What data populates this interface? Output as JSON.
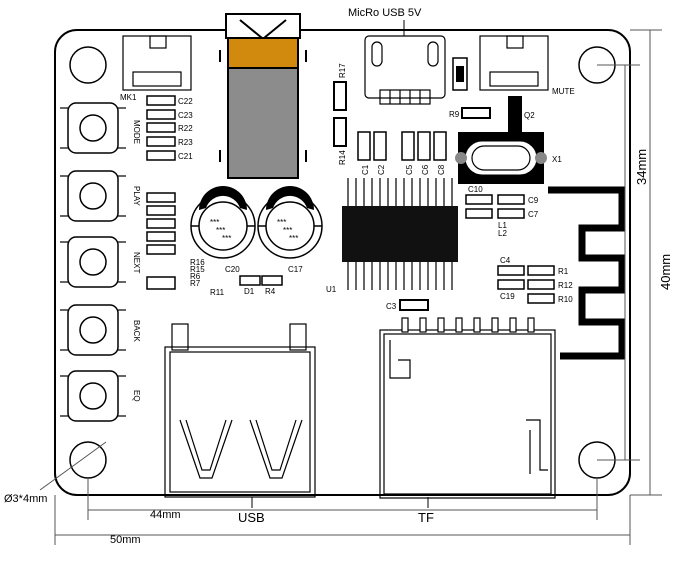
{
  "labels": {
    "micro_usb": "MicRo USB 5V",
    "mute": "MUTE",
    "mk1": "MK1",
    "mode": "MODE",
    "play": "PLAY",
    "next": "NEXT",
    "back": "BACK",
    "eq": "EQ",
    "usb": "USB",
    "tf": "TF",
    "u1": "U1",
    "x1": "X1",
    "q2": "Q2",
    "r9": "R9",
    "r17": "R17",
    "r14": "R14",
    "c1": "C1",
    "c2": "C2",
    "c5": "C5",
    "c6": "C6",
    "c8": "C8",
    "c10": "C10",
    "c9": "C9",
    "c7": "C7",
    "l1": "L1",
    "l2": "L2",
    "c4": "C4",
    "c19": "C19",
    "r1": "R1",
    "r12": "R12",
    "r10": "R10",
    "c3": "C3",
    "c22": "C22",
    "c23": "C23",
    "r22": "R22",
    "r23": "R23",
    "c21": "C21",
    "r16": "R16",
    "r15": "R15",
    "r6": "R6",
    "r7": "R7",
    "r11": "R11",
    "c20": "C20",
    "c17": "C17",
    "d1": "D1",
    "r4": "R4",
    "cap_marks": "***",
    "dim_34": "34mm",
    "dim_40": "40mm",
    "dim_44": "44mm",
    "dim_50": "50mm",
    "hole": "Ø3*4mm"
  },
  "colors": {
    "board": "#000000",
    "jack_gold": "#d28a0e",
    "jack_body": "#8c8c8c",
    "chip": "#111111",
    "dim_line": "#555555"
  }
}
